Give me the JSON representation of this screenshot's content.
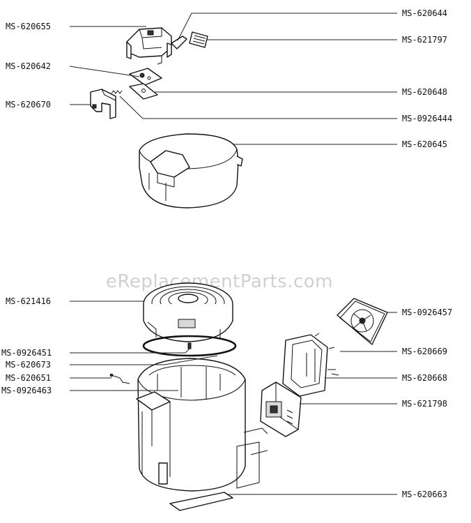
{
  "watermark": "eReplacementParts.com",
  "parts": [
    {
      "id": "ms-620655",
      "label": "MS-620655"
    },
    {
      "id": "ms-620644",
      "label": "MS-620644"
    },
    {
      "id": "ms-621797",
      "label": "MS-621797"
    },
    {
      "id": "ms-620642",
      "label": "MS-620642"
    },
    {
      "id": "ms-620648",
      "label": "MS-620648"
    },
    {
      "id": "ms-620670",
      "label": "MS-620670"
    },
    {
      "id": "ms-0926444",
      "label": "MS-0926444"
    },
    {
      "id": "ms-620645",
      "label": "MS-620645"
    },
    {
      "id": "ms-621416",
      "label": "MS-621416"
    },
    {
      "id": "ms-0926457",
      "label": "MS-0926457"
    },
    {
      "id": "ms-0926451",
      "label": "MS-0926451"
    },
    {
      "id": "ms-620669",
      "label": "MS-620669"
    },
    {
      "id": "ms-620673",
      "label": "MS-620673"
    },
    {
      "id": "ms-620651",
      "label": "MS-620651"
    },
    {
      "id": "ms-620668",
      "label": "MS-620668"
    },
    {
      "id": "ms-0926463",
      "label": "MS-0926463"
    },
    {
      "id": "ms-621798",
      "label": "MS-621798"
    },
    {
      "id": "ms-620663",
      "label": "MS-620663"
    }
  ]
}
